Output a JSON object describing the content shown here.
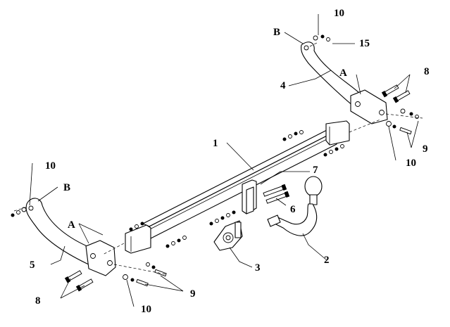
{
  "diagram": {
    "callouts": {
      "n1": "1",
      "n2": "2",
      "n3": "3",
      "n4": "4",
      "n5": "5",
      "n6": "6",
      "n7": "7",
      "n8_right": "8",
      "n8_left": "8",
      "n9_right": "9",
      "n9_left": "9",
      "n10_top_right": "10",
      "n10_right": "10",
      "n10_left": "10",
      "n10_bottom_left": "10",
      "n15": "15",
      "a_right": "A",
      "a_left": "A",
      "b_right": "B",
      "b_left": "B"
    }
  }
}
